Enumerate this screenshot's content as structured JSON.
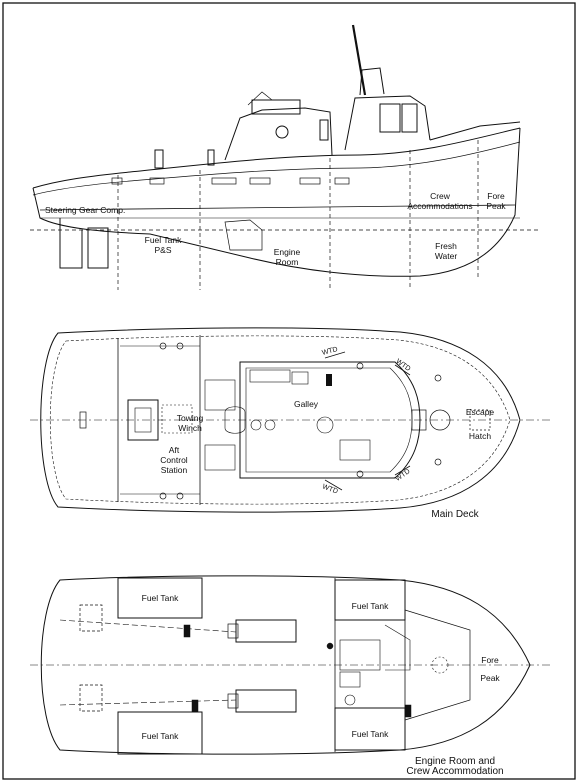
{
  "profile": {
    "steering_gear": "Steering Gear Comp.",
    "fuel_tank": "Fuel Tank",
    "ps": "P&S",
    "engine": "Engine",
    "room": "Room",
    "crew": "Crew",
    "accommodations": "Accommodations",
    "fore": "Fore",
    "peak": "Peak",
    "fresh": "Fresh",
    "water": "Water"
  },
  "main_deck": {
    "title": "Main Deck",
    "towing": "Towing",
    "winch": "Winch",
    "aft": "Aft",
    "control": "Control",
    "station": "Station",
    "galley": "Galley",
    "escape": "Escape",
    "hatch": "Hatch",
    "wtd": "WTD"
  },
  "engine_room": {
    "title_line1": "Engine Room and",
    "title_line2": "Crew Accommodation",
    "fuel_tank": "Fuel Tank",
    "fore": "Fore",
    "peak": "Peak"
  }
}
